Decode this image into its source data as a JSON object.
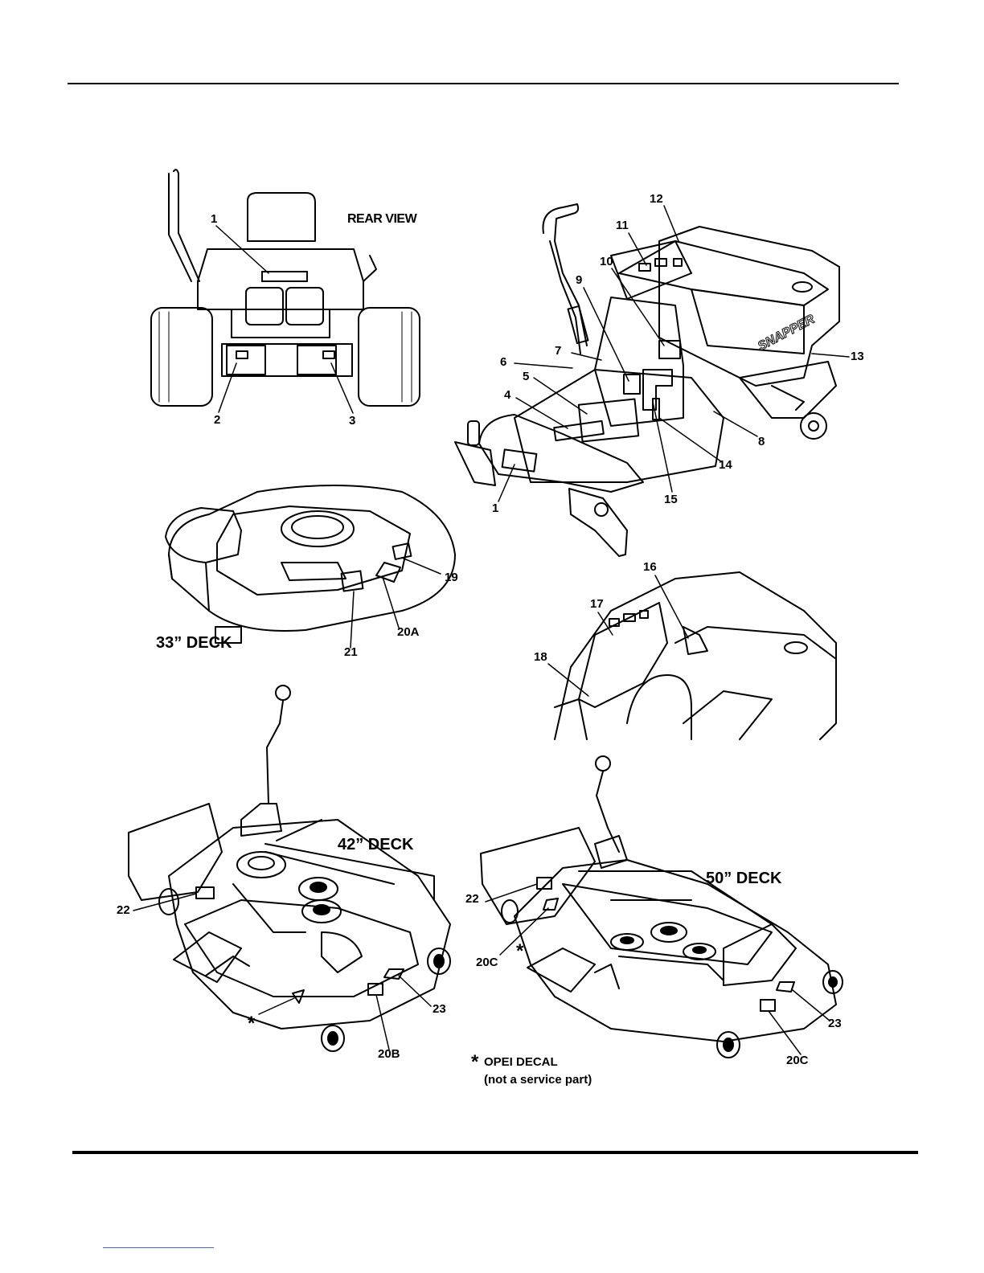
{
  "views": {
    "rear_view": "REAR VIEW",
    "deck_33": "33” DECK",
    "deck_42": "42” DECK",
    "deck_50": "50” DECK"
  },
  "brand": "SNAPPER",
  "callouts": {
    "c1_rear": "1",
    "c2": "2",
    "c3": "3",
    "c12": "12",
    "c11": "11",
    "c10": "10",
    "c9": "9",
    "c7": "7",
    "c6": "6",
    "c5": "5",
    "c4": "4",
    "c13": "13",
    "c8": "8",
    "c14": "14",
    "c15": "15",
    "c1_front": "1",
    "c19": "19",
    "c20a": "20A",
    "c21": "21",
    "c16": "16",
    "c17": "17",
    "c18": "18",
    "c22_42": "22",
    "c23_42": "23",
    "c20b": "20B",
    "star_42": "*",
    "c22_50": "22",
    "c20c_left": "20C",
    "star_50": "*",
    "c23_50": "23",
    "c20c_right": "20C"
  },
  "note": {
    "symbol": "*",
    "title": "OPEI DECAL",
    "subtitle": "(not a service part)"
  }
}
